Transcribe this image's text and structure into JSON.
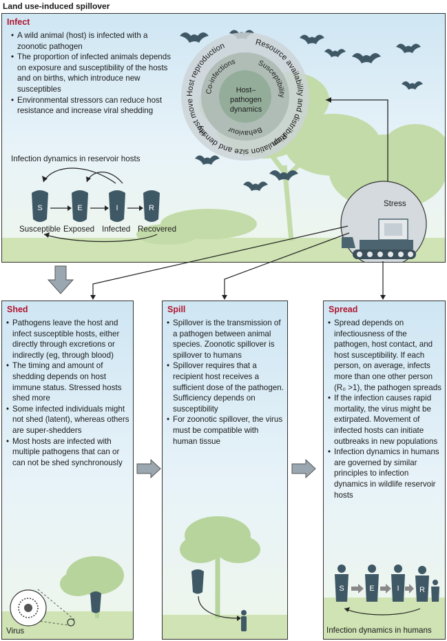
{
  "title": "Land use-induced spillover",
  "infect": {
    "heading": "Infect",
    "bullets": [
      "A wild animal (host) is infected with a zoonotic pathogen",
      "The proportion of infected animals depends on exposure and susceptibility of the hosts and on births, which introduce new susceptibles",
      "Environmental stressors can reduce host resistance and increase viral shedding"
    ],
    "reservoir_title": "Infection dynamics in reservoir hosts",
    "seir_letters": [
      "S",
      "E",
      "I",
      "R"
    ],
    "seir_labels": [
      "Susceptible",
      "Exposed",
      "Infected",
      "Recovered"
    ],
    "ring_outer": [
      "Host reproduction",
      "Resource availability and distribution",
      "Population size and density",
      "Host movement"
    ],
    "ring_inner": [
      "Co-infections",
      "Susceptibility",
      "Behaviour"
    ],
    "ring_center": "Host–pathogen dynamics",
    "stress_label": "Stress"
  },
  "shed": {
    "heading": "Shed",
    "bullets": [
      "Pathogens leave the host and infect susceptible hosts, either directly through excretions or indirectly (eg, through blood)",
      "The timing and amount of shedding depends on host immune status. Stressed hosts shed more",
      "Some infected individuals might not shed (latent), whereas others are super-shedders",
      "Most hosts are infected with multiple pathogens that can or can not be shed synchronously"
    ],
    "virus_label": "Virus"
  },
  "spill": {
    "heading": "Spill",
    "bullets": [
      "Spillover is the transmission of a pathogen between animal species. Zoonotic spillover is spillover to humans",
      "Spillover requires that a recipient host receives a sufficient dose of the pathogen. Sufficiency depends on susceptibility",
      "For zoonotic spillover, the virus must be compatible with human tissue"
    ]
  },
  "spread": {
    "heading": "Spread",
    "bullets": [
      "Spread depends on infectiousness of the pathogen, host contact, and host susceptibility. If each person, on average, infects more than one other person (R₀ >1), the pathogen spreads",
      "If the infection causes rapid mortality, the virus might be extirpated. Movement of infected hosts can initiate outbreaks in new populations",
      "Infection dynamics in humans are governed by similar principles to infection dynamics in wildlife reservoir hosts"
    ],
    "seir_letters": [
      "S",
      "E",
      "I",
      "R"
    ],
    "footer": "Infection dynamics in humans"
  },
  "colors": {
    "heading": "#b01530",
    "sky": "#cfe6f3",
    "tree": "#b6d49c",
    "bat": "#3f5866",
    "arrow_grey": "#9aa7b0"
  }
}
